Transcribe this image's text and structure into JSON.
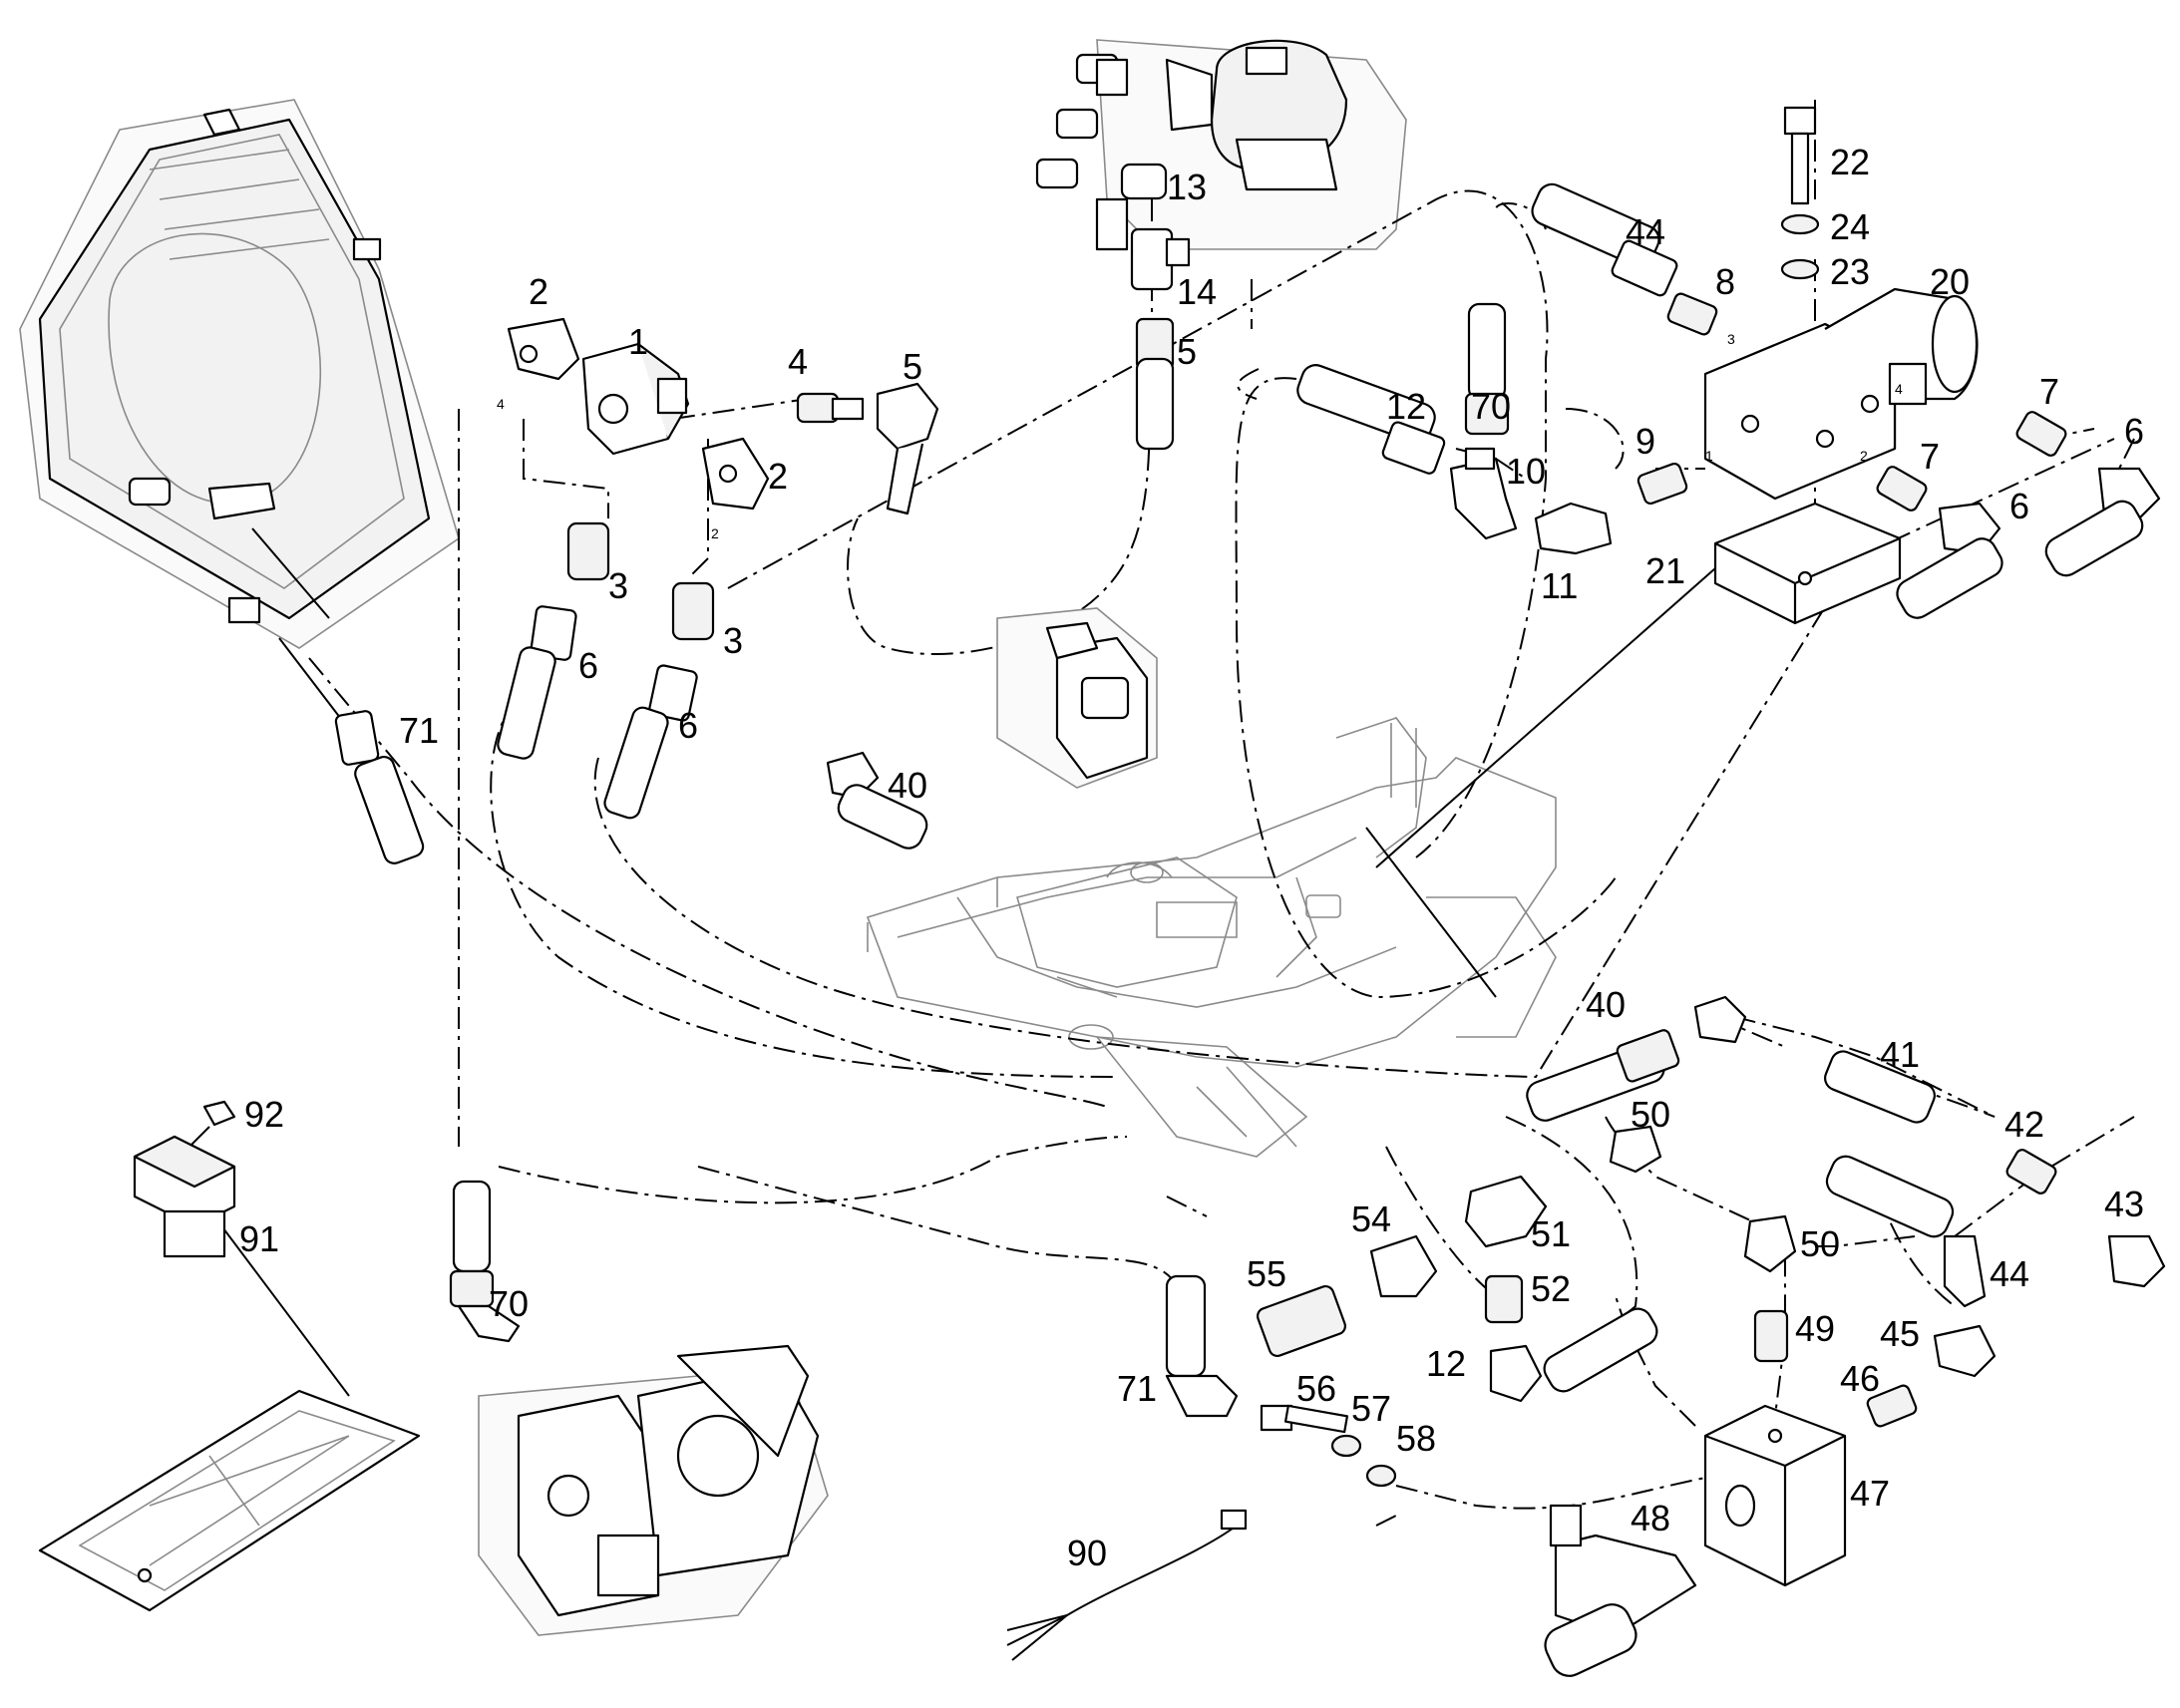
{
  "callouts": [
    {
      "id": "c-1",
      "text": "1"
    },
    {
      "id": "c-2a",
      "text": "2"
    },
    {
      "id": "c-2b",
      "text": "2"
    },
    {
      "id": "c-3a",
      "text": "3"
    },
    {
      "id": "c-3b",
      "text": "3"
    },
    {
      "id": "c-4",
      "text": "4"
    },
    {
      "id": "c-5a",
      "text": "5"
    },
    {
      "id": "c-5b",
      "text": "5"
    },
    {
      "id": "c-6a",
      "text": "6"
    },
    {
      "id": "c-6b",
      "text": "6"
    },
    {
      "id": "c-6c",
      "text": "6"
    },
    {
      "id": "c-6d",
      "text": "6"
    },
    {
      "id": "c-7a",
      "text": "7"
    },
    {
      "id": "c-7b",
      "text": "7"
    },
    {
      "id": "c-8",
      "text": "8"
    },
    {
      "id": "c-9",
      "text": "9"
    },
    {
      "id": "c-10",
      "text": "10"
    },
    {
      "id": "c-11",
      "text": "11"
    },
    {
      "id": "c-12a",
      "text": "12"
    },
    {
      "id": "c-12b",
      "text": "12"
    },
    {
      "id": "c-13",
      "text": "13"
    },
    {
      "id": "c-14",
      "text": "14"
    },
    {
      "id": "c-20",
      "text": "20"
    },
    {
      "id": "c-21",
      "text": "21"
    },
    {
      "id": "c-22",
      "text": "22"
    },
    {
      "id": "c-23",
      "text": "23"
    },
    {
      "id": "c-24",
      "text": "24"
    },
    {
      "id": "c-40a",
      "text": "40"
    },
    {
      "id": "c-40b",
      "text": "40"
    },
    {
      "id": "c-41",
      "text": "41"
    },
    {
      "id": "c-42",
      "text": "42"
    },
    {
      "id": "c-43",
      "text": "43"
    },
    {
      "id": "c-44a",
      "text": "44"
    },
    {
      "id": "c-44b",
      "text": "44"
    },
    {
      "id": "c-45",
      "text": "45"
    },
    {
      "id": "c-46",
      "text": "46"
    },
    {
      "id": "c-47",
      "text": "47"
    },
    {
      "id": "c-48",
      "text": "48"
    },
    {
      "id": "c-49",
      "text": "49"
    },
    {
      "id": "c-50a",
      "text": "50"
    },
    {
      "id": "c-50b",
      "text": "50"
    },
    {
      "id": "c-51",
      "text": "51"
    },
    {
      "id": "c-52",
      "text": "52"
    },
    {
      "id": "c-54",
      "text": "54"
    },
    {
      "id": "c-55",
      "text": "55"
    },
    {
      "id": "c-56",
      "text": "56"
    },
    {
      "id": "c-57",
      "text": "57"
    },
    {
      "id": "c-58",
      "text": "58"
    },
    {
      "id": "c-70a",
      "text": "70"
    },
    {
      "id": "c-70b",
      "text": "70"
    },
    {
      "id": "c-71a",
      "text": "71"
    },
    {
      "id": "c-71b",
      "text": "71"
    },
    {
      "id": "c-90",
      "text": "90"
    },
    {
      "id": "c-91",
      "text": "91"
    },
    {
      "id": "c-92",
      "text": "92"
    }
  ],
  "port_labels": [
    {
      "id": "p-4",
      "text": "4"
    },
    {
      "id": "p-2",
      "text": "2"
    },
    {
      "id": "p-3v",
      "text": "3"
    },
    {
      "id": "p-1v",
      "text": "1"
    },
    {
      "id": "p-2v",
      "text": "2"
    },
    {
      "id": "p-4v",
      "text": "4"
    }
  ]
}
